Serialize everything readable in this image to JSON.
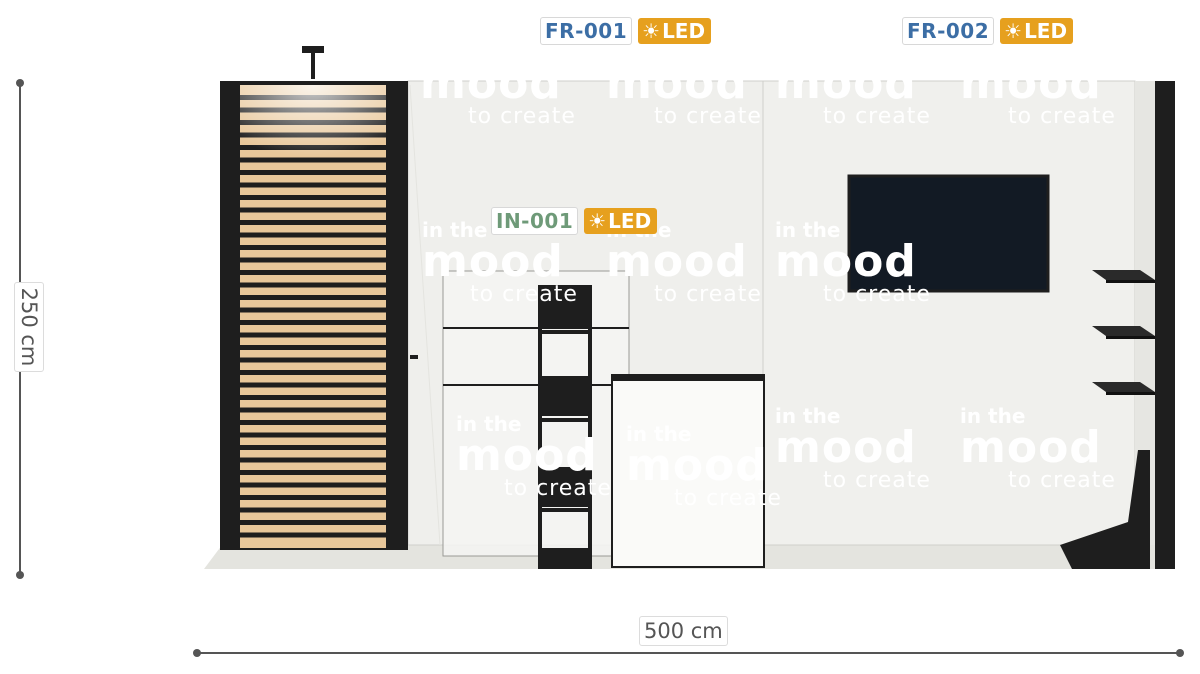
{
  "dimensions": {
    "height_label": "250 cm",
    "width_label": "500 cm"
  },
  "tags": [
    {
      "code": "FR-001",
      "led": "LED",
      "code_color": "#3c6ea5"
    },
    {
      "code": "FR-002",
      "led": "LED",
      "code_color": "#3c6ea5"
    },
    {
      "code": "IN-001",
      "led": "LED",
      "code_color": "#6e9a78"
    }
  ],
  "wall_graphic": {
    "line1": "in the",
    "line2": "mood",
    "line3": "to create"
  },
  "colors": {
    "wall": "#efefec",
    "floor": "#e4e4df",
    "frame": "#1e1e1e",
    "wood": "#e8c79a",
    "led_badge": "#e6a01e",
    "dimension_line": "#555555",
    "screen": "#121a24"
  },
  "icons": {
    "led": "sun-icon"
  }
}
